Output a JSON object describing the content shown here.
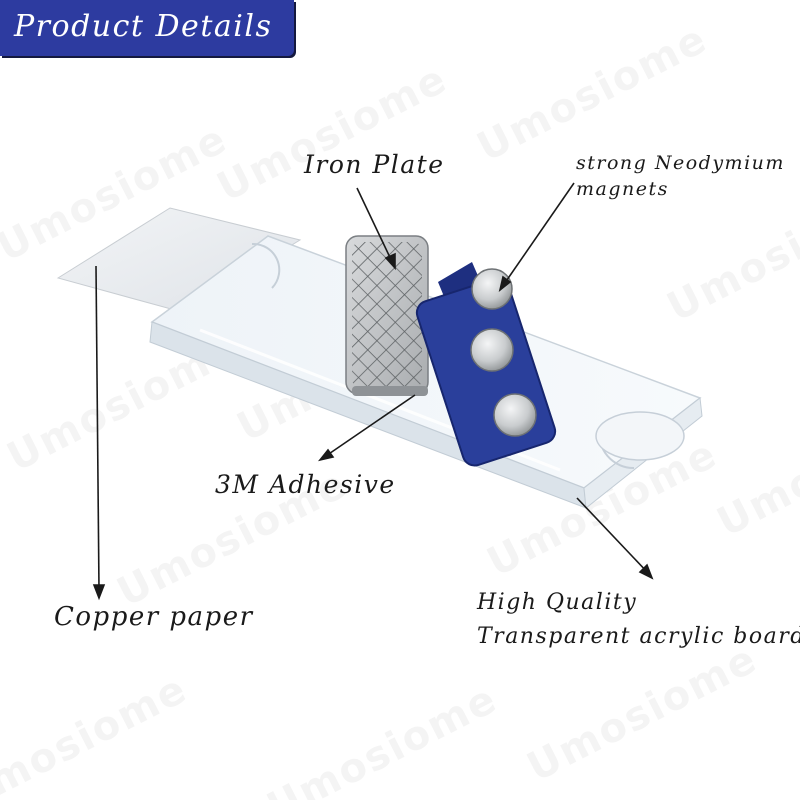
{
  "header": {
    "title": "Product Details",
    "bg_color": "#2d3ba0"
  },
  "watermark": {
    "text": "Umosiome"
  },
  "labels": {
    "iron_plate": "Iron Plate",
    "magnets_line1": "strong Neodymium",
    "magnets_line2": "magnets",
    "adhesive": "3M Adhesive",
    "copper_paper": "Copper paper",
    "acrylic_line1": "High Quality",
    "acrylic_line2": "Transparent acrylic board"
  },
  "colors": {
    "magnet_bar": "#2a3f9b",
    "text": "#1a1a1a"
  }
}
